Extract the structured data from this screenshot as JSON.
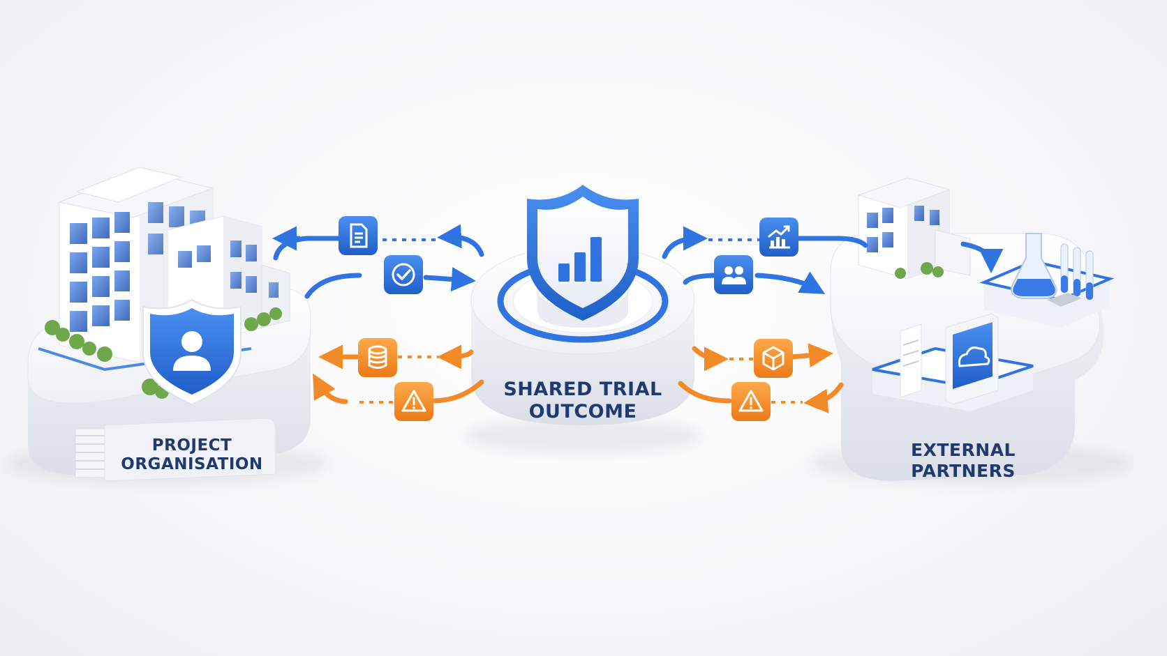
{
  "nodes": {
    "left": {
      "lines": [
        "PROJECT",
        "ORGANISATION"
      ]
    },
    "center": {
      "lines": [
        "SHARED TRIAL",
        "OUTCOME"
      ]
    },
    "right": {
      "lines": [
        "EXTERNAL",
        "PARTNERS"
      ]
    }
  },
  "flow_icons": {
    "left_top": [
      "document-icon",
      "checkmark-icon"
    ],
    "left_bottom": [
      "database-icon",
      "warning-icon"
    ],
    "right_top": [
      "growth-chart-icon",
      "people-icon"
    ],
    "right_bottom": [
      "package-icon",
      "warning-icon"
    ]
  },
  "colors": {
    "blue": "#2f74e0",
    "blue_dark": "#1f5fc8",
    "orange": "#f28a28",
    "label": "#1e3a6e"
  }
}
